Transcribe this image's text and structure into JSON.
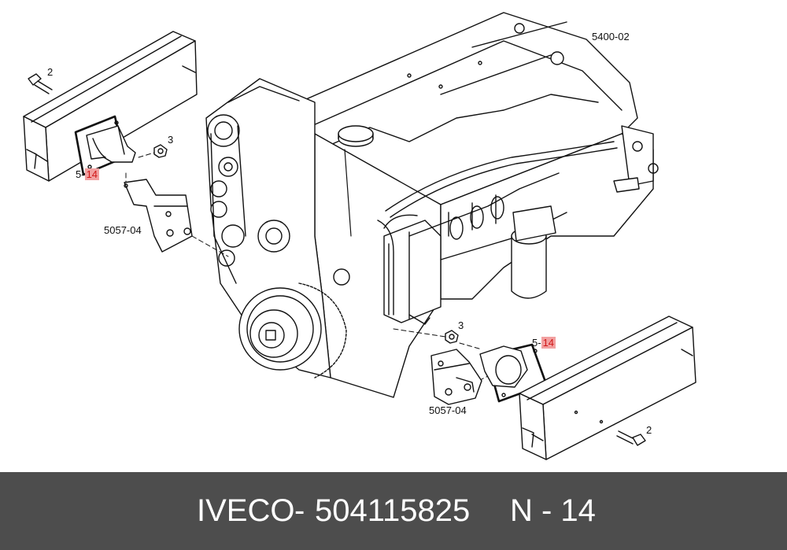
{
  "diagram": {
    "labels": {
      "engine_ref": "5400-02",
      "bolt_left": "2",
      "nut_left": "3",
      "mount_left_prefix": "5-",
      "mount_left_num": "14",
      "bracket_left": "5057-04",
      "nut_right": "3",
      "mount_right_prefix": "5-",
      "mount_right_num": "14",
      "bracket_right": "5057-04",
      "bolt_right": "2"
    },
    "highlight_color": "#f2a0a0",
    "highlight_text_color": "#d01818"
  },
  "footer": {
    "brand": "IVECO",
    "separator": "-",
    "part_number": "504115825",
    "position_label": "N - 14",
    "background_color": "#4d4d4d"
  }
}
